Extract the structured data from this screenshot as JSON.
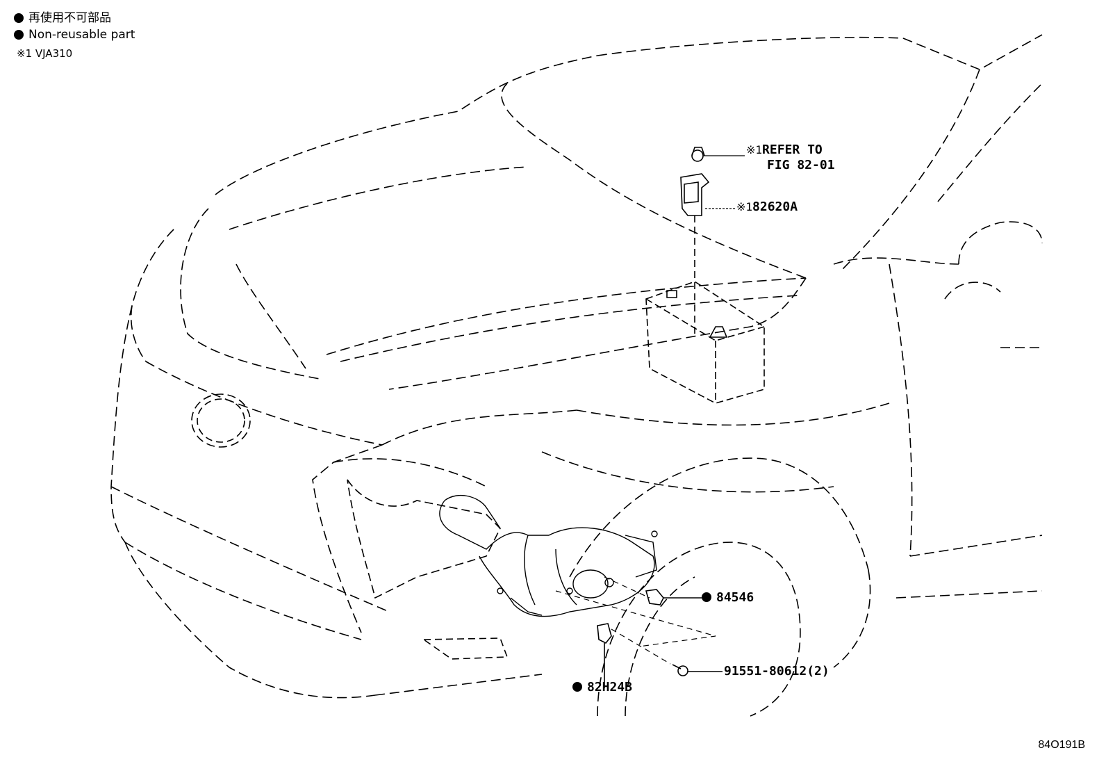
{
  "legend": {
    "japanese_label": "再使用不可部品",
    "english_label": "Non-reusable part",
    "note": "※1 VJA310"
  },
  "callouts": {
    "refer_prefix": "※1",
    "refer_line1": "REFER TO",
    "refer_line2": "FIG 82-01",
    "part_82620A_prefix": "※1",
    "part_82620A": "82620A",
    "part_84546": "84546",
    "part_91551": "91551-80612(2)",
    "part_82H24B": "82H24B"
  },
  "figure_code": "84O191B",
  "colors": {
    "line": "#000000",
    "background": "#ffffff"
  }
}
